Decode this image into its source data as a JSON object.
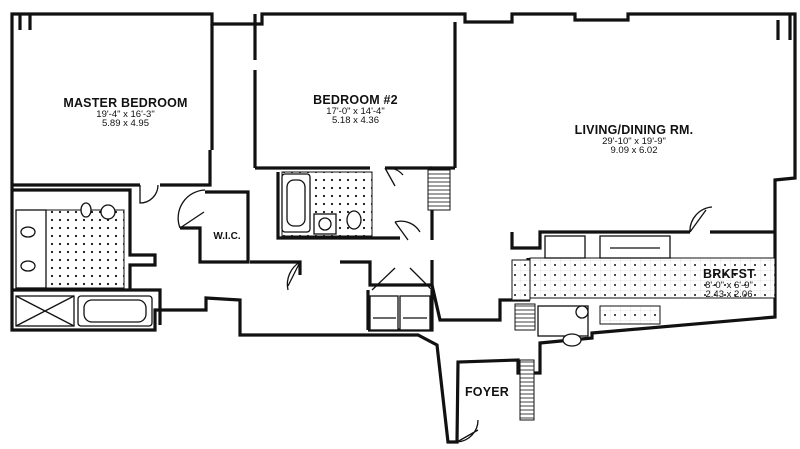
{
  "rooms": {
    "master_bedroom": {
      "name": "MASTER BEDROOM",
      "dim_imperial": "19'-4\" x 16'-3\"",
      "dim_metric": "5.89 x 4.95"
    },
    "bedroom2": {
      "name": "BEDROOM #2",
      "dim_imperial": "17'-0\" x 14'-4\"",
      "dim_metric": "5.18 x 4.36"
    },
    "living_dining": {
      "name": "LIVING/DINING RM.",
      "dim_imperial": "29'-10\" x 19'-9\"",
      "dim_metric": "9.09 x 6.02"
    },
    "breakfast": {
      "name": "BRKFST",
      "dim_imperial": "8'-0\" x 6'-9\"",
      "dim_metric": "2.43 x 2.06"
    },
    "wic": {
      "name": "W.I.C."
    },
    "foyer": {
      "name": "FOYER"
    }
  }
}
